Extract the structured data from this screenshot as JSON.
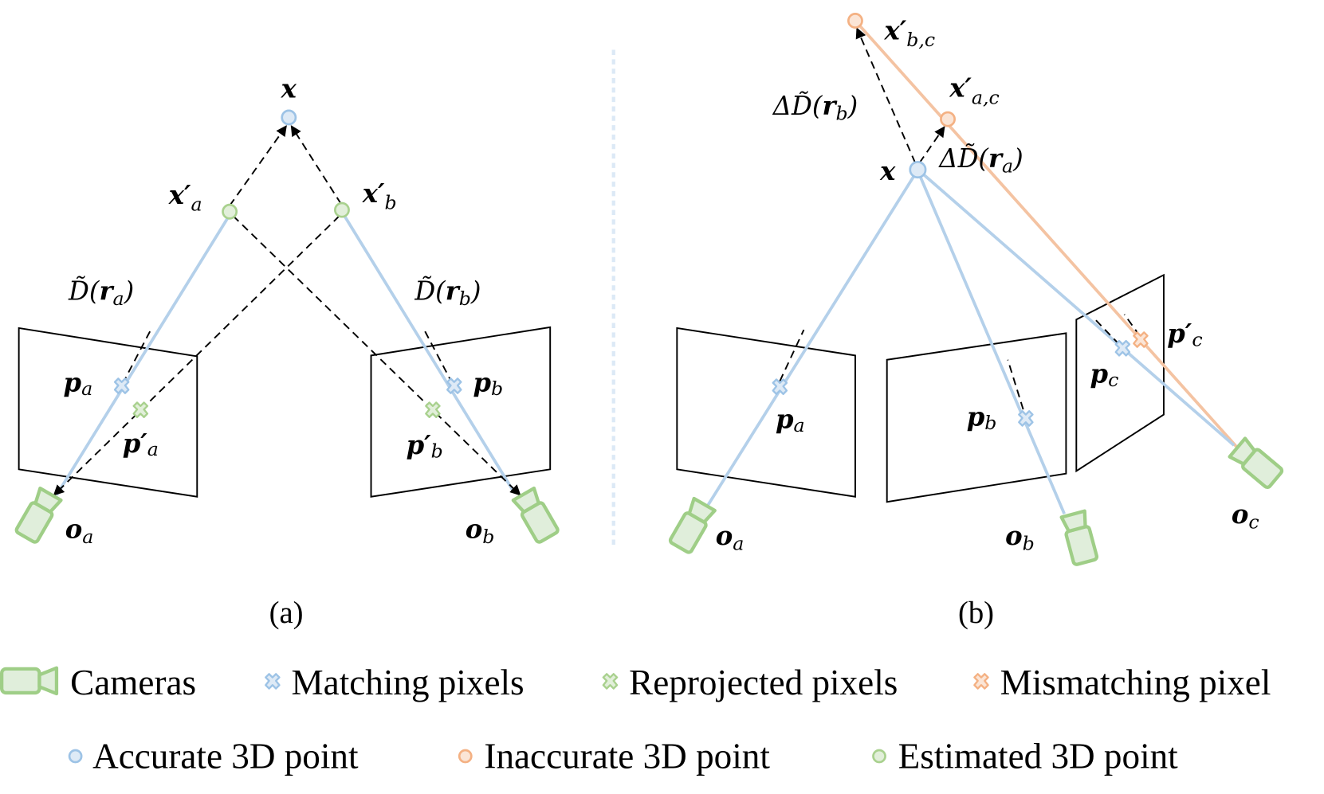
{
  "figure": {
    "panel_a": {
      "caption": "(a)",
      "labels": {
        "x": "x",
        "x_a_prime": "x′",
        "x_a_prime_sub": "a",
        "x_b_prime": "x′",
        "x_b_prime_sub": "b",
        "depth_a": "D̃(",
        "depth_a_r": "r",
        "depth_a_sub": "a",
        "depth_a_close": ")",
        "depth_b": "D̃(",
        "depth_b_r": "r",
        "depth_b_sub": "b",
        "depth_b_close": ")",
        "p_a": "p",
        "p_a_sub": "a",
        "p_b": "p",
        "p_b_sub": "b",
        "p_a_prime": "p′",
        "p_a_prime_sub": "a",
        "p_b_prime": "p′",
        "p_b_prime_sub": "b",
        "o_a": "o",
        "o_a_sub": "a",
        "o_b": "o",
        "o_b_sub": "b"
      }
    },
    "panel_b": {
      "caption": "(b)",
      "labels": {
        "x": "x",
        "x_bc_prime": "x′",
        "x_bc_prime_sub": "b,c",
        "x_ac_prime": "x′",
        "x_ac_prime_sub": "a,c",
        "delta_b": "ΔD̃(",
        "delta_b_r": "r",
        "delta_b_sub": "b",
        "delta_b_close": ")",
        "delta_a": "ΔD̃(",
        "delta_a_r": "r",
        "delta_a_sub": "a",
        "delta_a_close": ")",
        "p_a": "p",
        "p_a_sub": "a",
        "p_b": "p",
        "p_b_sub": "b",
        "p_c": "p",
        "p_c_sub": "c",
        "p_c_prime": "p′",
        "p_c_prime_sub": "c",
        "o_a": "o",
        "o_a_sub": "a",
        "o_b": "o",
        "o_b_sub": "b",
        "o_c": "o",
        "o_c_sub": "c"
      }
    },
    "legend": {
      "row1": [
        {
          "icon": "camera-icon",
          "label": "Cameras"
        },
        {
          "icon": "blue-cross-icon",
          "label": "Matching pixels"
        },
        {
          "icon": "green-cross-icon",
          "label": "Reprojected pixels"
        },
        {
          "icon": "orange-cross-icon",
          "label": "Mismatching pixel"
        }
      ],
      "row2": [
        {
          "icon": "blue-dot-icon",
          "label": "Accurate 3D point"
        },
        {
          "icon": "orange-dot-icon",
          "label": "Inaccurate 3D point"
        },
        {
          "icon": "green-dot-icon",
          "label": "Estimated 3D point"
        }
      ]
    },
    "colors": {
      "accurate_blue": "#9dc3e6",
      "estimated_green": "#a9d18e",
      "inaccurate_orange": "#f4b183",
      "frame": "#000000"
    }
  }
}
